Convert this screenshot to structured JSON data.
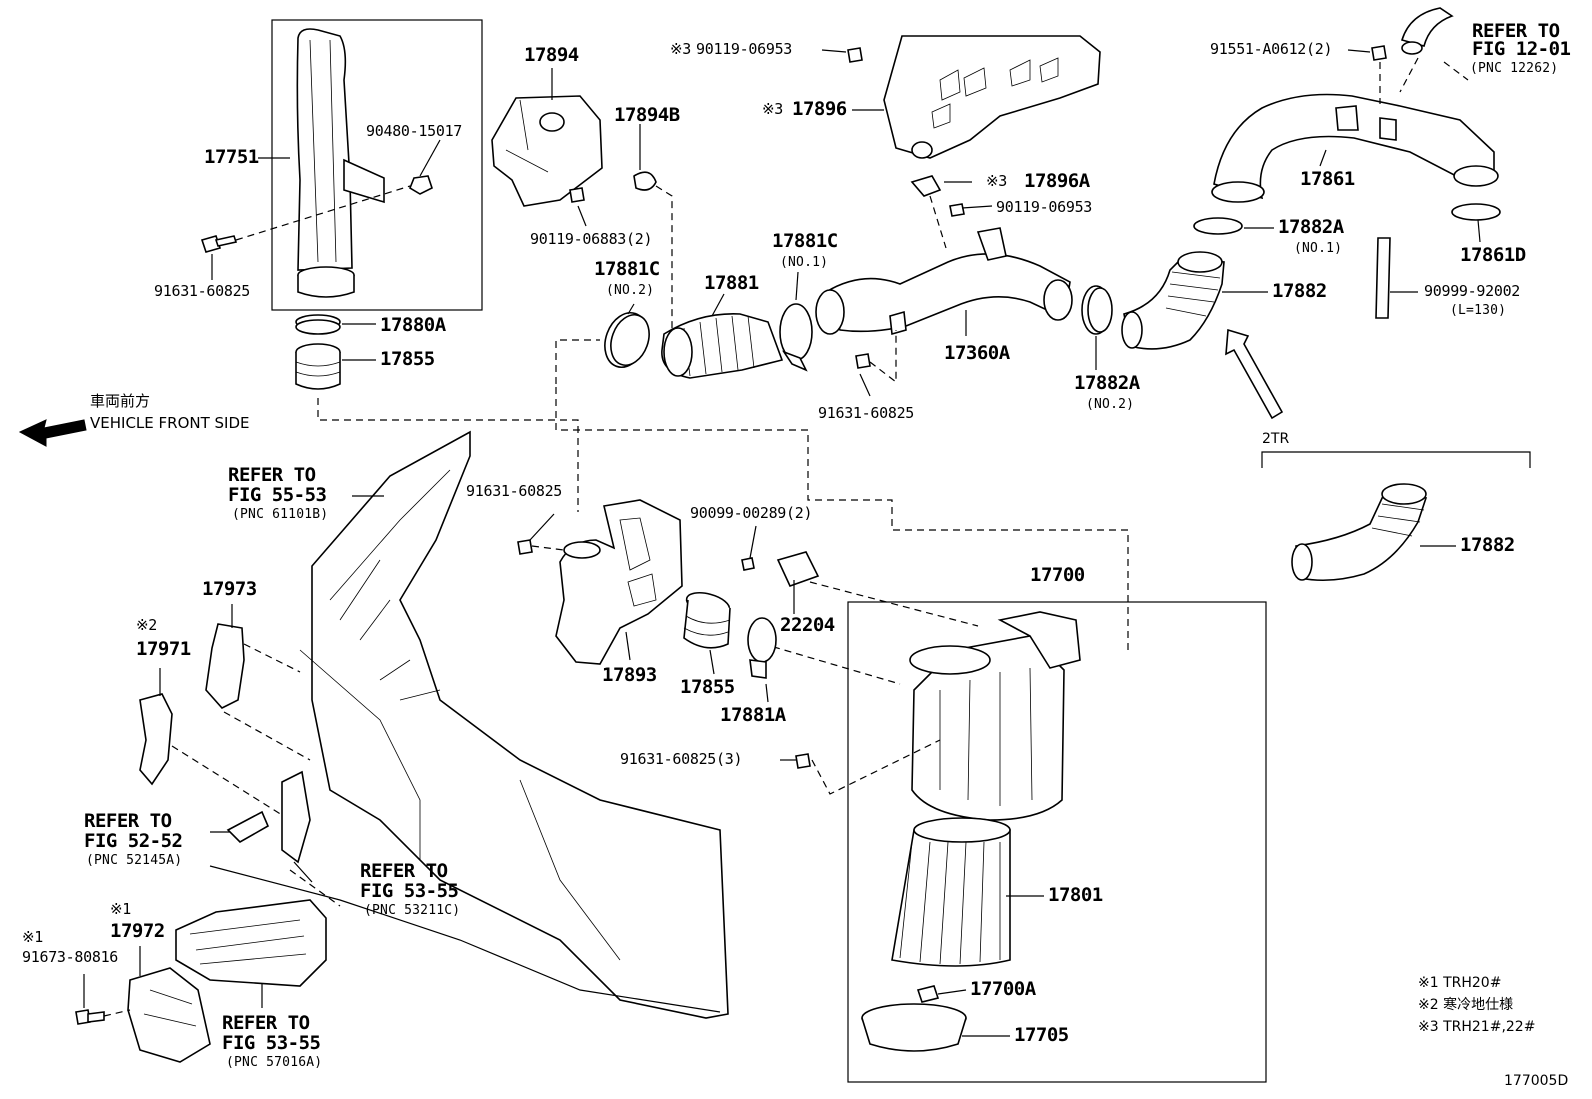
{
  "diagram_id": "177005D",
  "direction": {
    "jp": "車両前方",
    "en": "VEHICLE FRONT SIDE"
  },
  "variant_label": "2TR",
  "notes": [
    {
      "mark": "※1",
      "text": "TRH20#"
    },
    {
      "mark": "※2",
      "text": "寒冷地仕様"
    },
    {
      "mark": "※3",
      "text": "TRH21#,22#"
    }
  ],
  "parts": {
    "p17751": "17751",
    "p90480": "90480-15017",
    "p91631a": "91631-60825",
    "p17880A": "17880A",
    "p17855a": "17855",
    "p17894": "17894",
    "p17894B": "17894B",
    "p90119b": "90119-06883(2)",
    "p17881Cno2": "17881C",
    "no2a": "(NO.2)",
    "p17881": "17881",
    "p17881Cno1": "17881C",
    "no1a": "(NO.1)",
    "mark3a": "※3",
    "p90119a": "90119-06953",
    "mark3b": "※3",
    "p17896": "17896",
    "mark3c": "※3",
    "p17896A": "17896A",
    "p90119c": "90119-06953",
    "p17360A": "17360A",
    "p91631b": "91631-60825",
    "p17882Ano2": "17882A",
    "no2b": "(NO.2)",
    "p91551": "91551-A0612(2)",
    "p17861": "17861",
    "p17861D": "17861D",
    "p17882Ano1": "17882A",
    "no1b": "(NO.1)",
    "p17882a": "17882",
    "p90999": "90999-92002",
    "len130": "(L=130)",
    "p17882b": "17882",
    "p91631c": "91631-60825",
    "p90099": "90099-00289(2)",
    "p22204": "22204",
    "p17893": "17893",
    "p17855b": "17855",
    "p17881A": "17881A",
    "p91631d": "91631-60825(3)",
    "p17700": "17700",
    "p17801": "17801",
    "p17700A": "17700A",
    "p17705": "17705",
    "p17973": "17973",
    "mark2": "※2",
    "p17971": "17971",
    "mark1a": "※1",
    "p17972": "17972",
    "mark1b": "※1",
    "p91673": "91673-80816"
  },
  "references": {
    "r1201": {
      "l1": "REFER TO",
      "l2": "FIG 12-01",
      "l3": "(PNC 12262)"
    },
    "r5553": {
      "l1": "REFER TO",
      "l2": "FIG 55-53",
      "l3": "(PNC 61101B)"
    },
    "r5252": {
      "l1": "REFER TO",
      "l2": "FIG 52-52",
      "l3": "(PNC 52145A)"
    },
    "r5355a": {
      "l1": "REFER TO",
      "l2": "FIG 53-55",
      "l3": "(PNC 53211C)"
    },
    "r5355b": {
      "l1": "REFER TO",
      "l2": "FIG 53-55",
      "l3": "(PNC 57016A)"
    }
  }
}
